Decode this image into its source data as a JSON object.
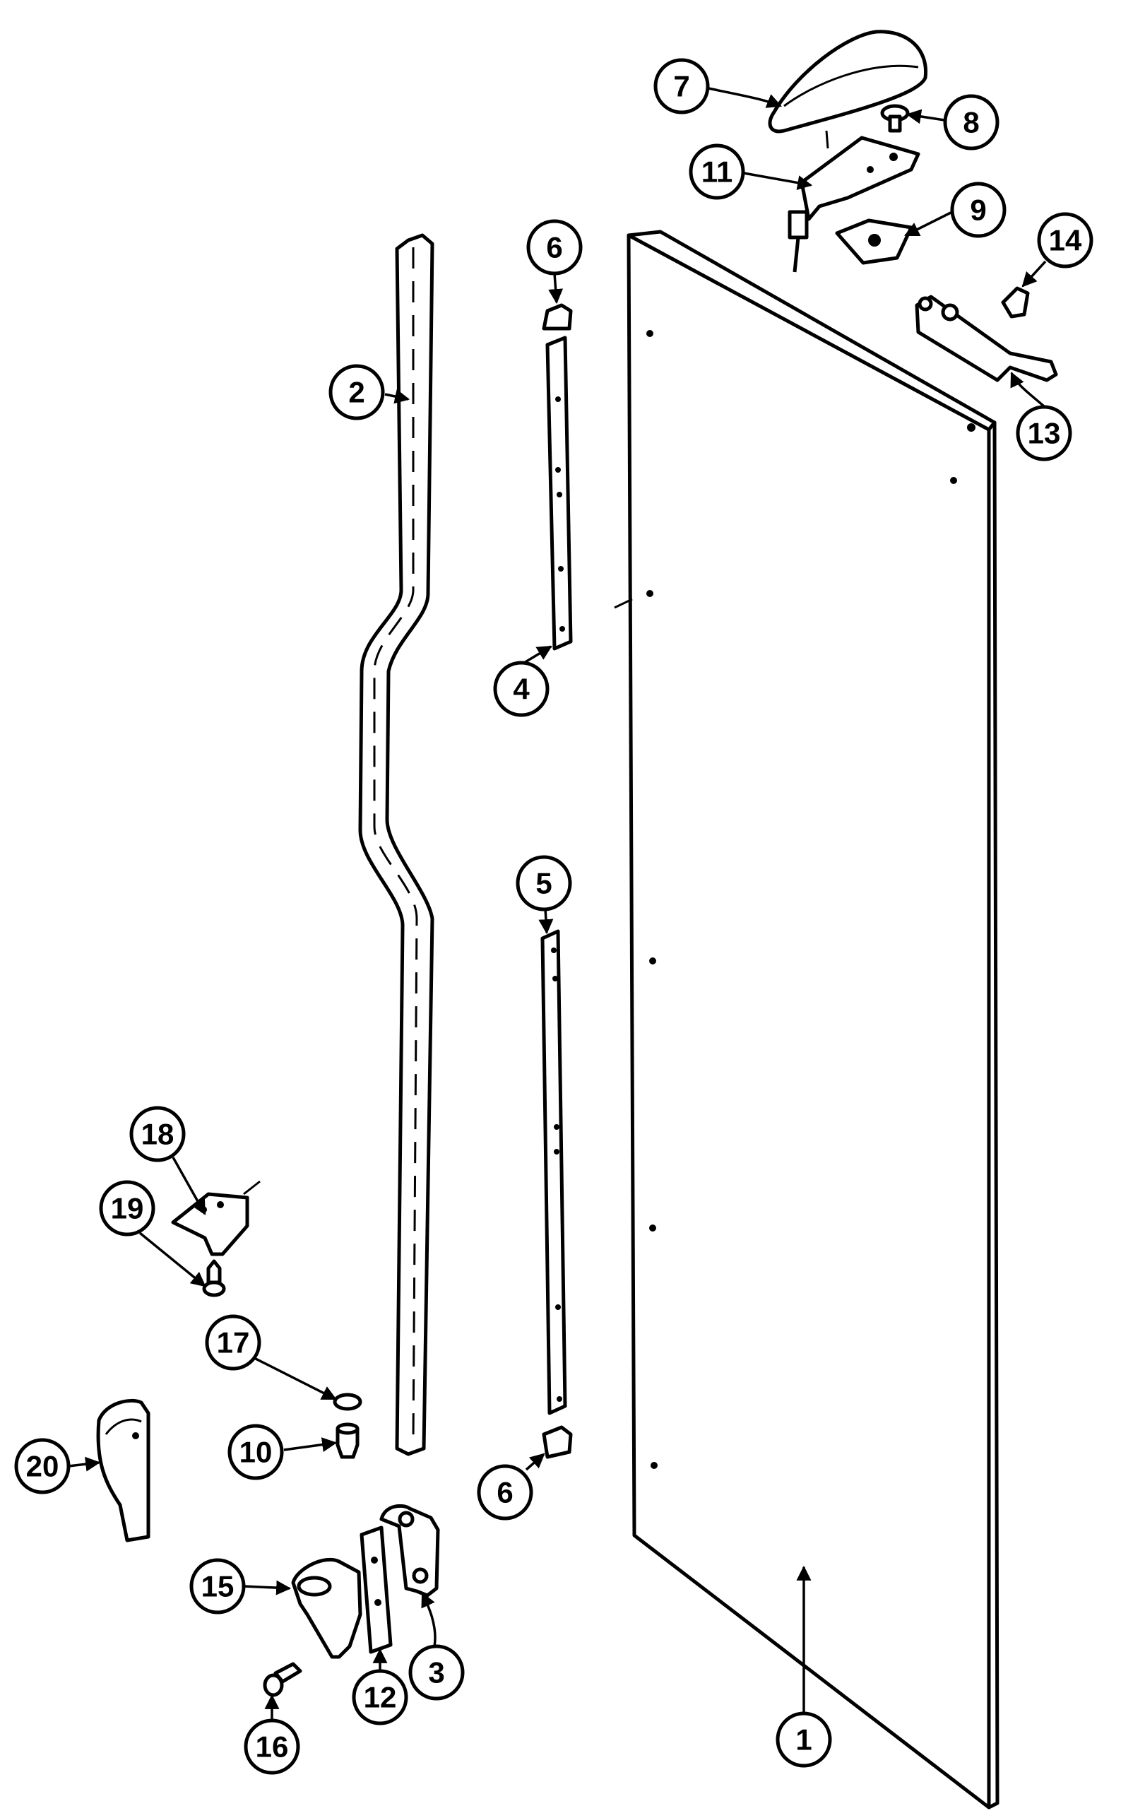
{
  "diagram": {
    "callouts": [
      {
        "id": "1",
        "label": "1"
      },
      {
        "id": "2",
        "label": "2"
      },
      {
        "id": "3",
        "label": "3"
      },
      {
        "id": "4",
        "label": "4"
      },
      {
        "id": "5",
        "label": "5"
      },
      {
        "id": "6a",
        "label": "6"
      },
      {
        "id": "6b",
        "label": "6"
      },
      {
        "id": "7",
        "label": "7"
      },
      {
        "id": "8",
        "label": "8"
      },
      {
        "id": "9",
        "label": "9"
      },
      {
        "id": "10",
        "label": "10"
      },
      {
        "id": "11",
        "label": "11"
      },
      {
        "id": "12",
        "label": "12"
      },
      {
        "id": "13",
        "label": "13"
      },
      {
        "id": "14",
        "label": "14"
      },
      {
        "id": "15",
        "label": "15"
      },
      {
        "id": "16",
        "label": "16"
      },
      {
        "id": "17",
        "label": "17"
      },
      {
        "id": "18",
        "label": "18"
      },
      {
        "id": "19",
        "label": "19"
      },
      {
        "id": "20",
        "label": "20"
      }
    ]
  }
}
